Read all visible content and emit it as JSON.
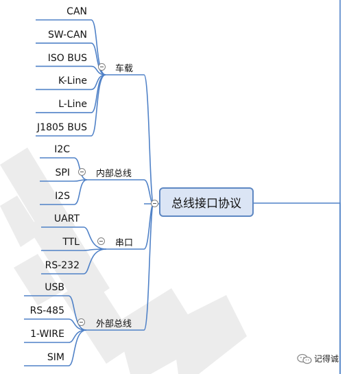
{
  "colors": {
    "line": "#4f81c7",
    "root_fill": "#dbe5f5",
    "root_border": "#5d87c2",
    "watermark": "#ececec"
  },
  "root": {
    "label": "总线接口协议"
  },
  "branches": [
    {
      "label": "车载",
      "leaves": [
        "CAN",
        "SW-CAN",
        "ISO BUS",
        "K-Line",
        "L-Line",
        "J1805 BUS"
      ]
    },
    {
      "label": "内部总线",
      "leaves": [
        "I2C",
        "SPI",
        "I2S"
      ]
    },
    {
      "label": "串口",
      "leaves": [
        "UART",
        "TTL",
        "RS-232"
      ]
    },
    {
      "label": "外部总线",
      "leaves": [
        "USB",
        "RS-485",
        "1-WIRE",
        "SIM"
      ]
    }
  ],
  "watermark": {
    "icon": "wechat-icon",
    "text": "记得诚"
  }
}
